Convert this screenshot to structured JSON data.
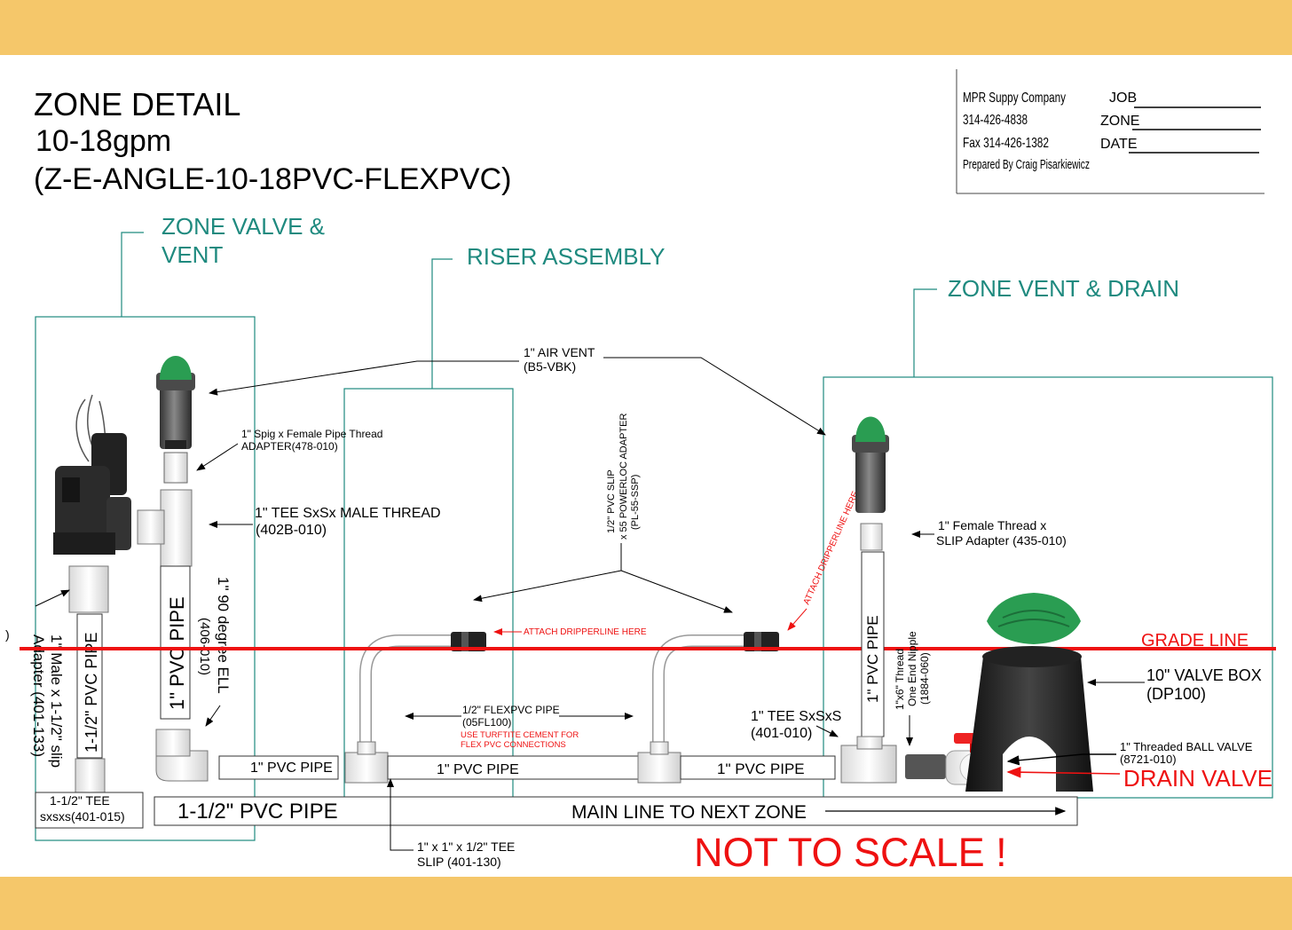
{
  "title": {
    "line1": "ZONE DETAIL",
    "line2": "10-18gpm",
    "line3": "(Z-E-ANGLE-10-18PVC-FLEXPVC)"
  },
  "title_block": {
    "company": "MPR Suppy Company",
    "phone": "314-426-4838",
    "fax": "Fax 314-426-1382",
    "prepared_by": "Prepared By Craig Pisarkiewicz",
    "job_label": "JOB",
    "zone_label": "ZONE",
    "date_label": "DATE"
  },
  "sections": {
    "zone_valve_l1": "ZONE VALVE &",
    "zone_valve_l2": "VENT",
    "riser_assembly": "RISER ASSEMBLY",
    "zone_vent_drain": "ZONE VENT & DRAIN"
  },
  "labels": {
    "air_vent_l1": "1\" AIR VENT",
    "air_vent_l2": "(B5-VBK)",
    "spig_adapter_l1": "1\" Spig x Female Pipe Thread",
    "spig_adapter_l2": "ADAPTER(478-010)",
    "tee_male_l1": "1\" TEE SxSx MALE THREAD",
    "tee_male_l2": "(402B-010)",
    "pvc_slip_l1": "1/2\" PVC SLIP",
    "pvc_slip_l2": "x 55 POWERLOC ADAPTER",
    "pvc_slip_l3": "(PL-55-SSP)",
    "attach_drip_1": "ATTACH DRIPPERLINE HERE",
    "attach_drip_2": "ATTACH DRIPPERLINE HERE",
    "female_thread_l1": "1\" Female Thread x",
    "female_thread_l2": "SLIP Adapter (435-010)",
    "grade_line": "GRADE LINE",
    "valve_box_l1": "10\" VALVE BOX",
    "valve_box_l2": "(DP100)",
    "flexpvc_l1": "1/2\" FLEXPVC PIPE",
    "flexpvc_l2": "(05FL100)",
    "turftite_l1": "USE TURFTITE CEMENT FOR",
    "turftite_l2": "FLEX PVC CONNECTIONS",
    "tee_sxsxs_l1": "1\" TEE SxSxS",
    "tee_sxsxs_l2": "(401-010)",
    "ball_valve_l1": "1\" Threaded BALL VALVE",
    "ball_valve_l2": "(8721-010)",
    "drain_valve": "DRAIN VALVE",
    "pvc_pipe_a": "1\" PVC PIPE",
    "pvc_pipe_b": "1\" PVC PIPE",
    "pvc_pipe_c": "1\" PVC PIPE",
    "main_pipe": "1-1/2\" PVC PIPE",
    "main_line": "MAIN LINE TO NEXT ZONE",
    "tee_1515_l1": "1-1/2\" TEE",
    "tee_1515_l2": "sxsxs(401-015)",
    "tee_slip_l1": "1\" x 1\" x 1/2\" TEE",
    "tee_slip_l2": "SLIP (401-130)",
    "not_to_scale": "NOT TO SCALE !",
    "vert_male_l1": "1\" Male x 1-1/2\" slip",
    "vert_male_l2": "Adapter (401-133)",
    "vert_pvc_15": "1-1/2\" PVC PIPE",
    "vert_pvc_1": "1\" PVC PIPE",
    "vert_ell_l1": "1\" 90 degree ELL",
    "vert_ell_l2": "(406-010)",
    "vert_pvc_right": "1\" PVC PIPE",
    "nipple_l1": "1\"x6\" Thread",
    "nipple_l2": "One End Nipple",
    "nipple_l3": "(1884-060)"
  },
  "colors": {
    "frame": "#f5c76a",
    "teal": "#1f8a7f",
    "grade_red": "#e11111",
    "vent_cap": "#2a9d52",
    "valve_body": "#2b2b2b",
    "fitting": "#f2f2f2"
  }
}
